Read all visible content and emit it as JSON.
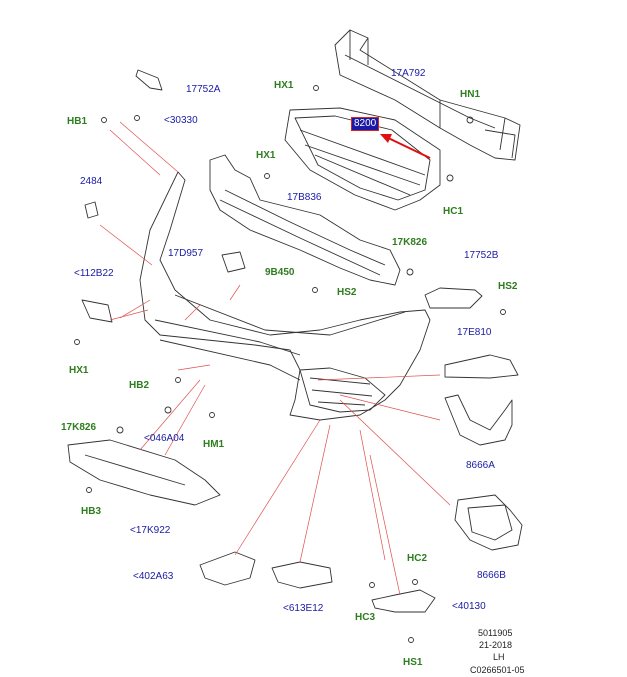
{
  "diagram": {
    "callouts": [
      {
        "id": "17752A",
        "text": "17752A",
        "kind": "part"
      },
      {
        "id": "HB1",
        "text": "HB1",
        "kind": "fastener"
      },
      {
        "id": "30330",
        "text": "<30330",
        "kind": "part"
      },
      {
        "id": "HX1a",
        "text": "HX1",
        "kind": "fastener"
      },
      {
        "id": "17A792",
        "text": "17A792",
        "kind": "part"
      },
      {
        "id": "HN1",
        "text": "HN1",
        "kind": "fastener"
      },
      {
        "id": "8200",
        "text": "8200",
        "kind": "highlight"
      },
      {
        "id": "HX1b",
        "text": "HX1",
        "kind": "fastener"
      },
      {
        "id": "2484",
        "text": "2484",
        "kind": "part"
      },
      {
        "id": "17B836",
        "text": "17B836",
        "kind": "part"
      },
      {
        "id": "HC1",
        "text": "HC1",
        "kind": "fastener"
      },
      {
        "id": "17D957",
        "text": "17D957",
        "kind": "part"
      },
      {
        "id": "17K826a",
        "text": "17K826",
        "kind": "fastener"
      },
      {
        "id": "112B22",
        "text": "<112B22",
        "kind": "part"
      },
      {
        "id": "9B450",
        "text": "9B450",
        "kind": "fastener"
      },
      {
        "id": "17752B",
        "text": "17752B",
        "kind": "part"
      },
      {
        "id": "HS2a",
        "text": "HS2",
        "kind": "fastener"
      },
      {
        "id": "HS2b",
        "text": "HS2",
        "kind": "fastener"
      },
      {
        "id": "17E810",
        "text": "17E810",
        "kind": "part"
      },
      {
        "id": "HX1c",
        "text": "HX1",
        "kind": "fastener"
      },
      {
        "id": "HB2",
        "text": "HB2",
        "kind": "fastener"
      },
      {
        "id": "17K826b",
        "text": "17K826",
        "kind": "fastener"
      },
      {
        "id": "046A04",
        "text": "<046A04",
        "kind": "part"
      },
      {
        "id": "HM1",
        "text": "HM1",
        "kind": "fastener"
      },
      {
        "id": "8666A",
        "text": "8666A",
        "kind": "part"
      },
      {
        "id": "HB3",
        "text": "HB3",
        "kind": "fastener"
      },
      {
        "id": "17K922",
        "text": "<17K922",
        "kind": "part"
      },
      {
        "id": "8666B",
        "text": "8666B",
        "kind": "part"
      },
      {
        "id": "HC2",
        "text": "HC2",
        "kind": "fastener"
      },
      {
        "id": "402A63",
        "text": "<402A63",
        "kind": "part"
      },
      {
        "id": "613E12",
        "text": "<613E12",
        "kind": "part"
      },
      {
        "id": "HC3",
        "text": "HC3",
        "kind": "fastener"
      },
      {
        "id": "40130",
        "text": "<40130",
        "kind": "part"
      },
      {
        "id": "HS1",
        "text": "HS1",
        "kind": "fastener"
      }
    ],
    "footer": {
      "line1": "5011905",
      "line2": "21-2018",
      "line3": "LH",
      "line4": "C0266501-05"
    },
    "colors": {
      "part_label": "#1a1aa6",
      "fastener_label": "#2e7d1e",
      "leader": "#e05050",
      "highlight_arrow": "#e01010",
      "outline": "#333333"
    }
  }
}
